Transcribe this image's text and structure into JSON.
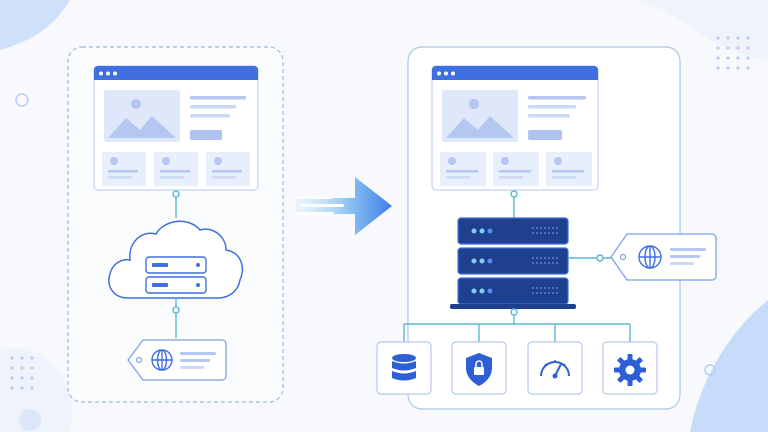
{
  "colors": {
    "accent": "#3f6fe0",
    "accent_light": "#dfe8fb",
    "line": "#8fa9e6",
    "connector": "#5ab8d6",
    "server_dark": "#1f3f8f",
    "background": "#f7f9fd"
  },
  "left_panel": {
    "style": "dashed",
    "components": [
      "website-mockup",
      "cloud-server",
      "domain-tag"
    ]
  },
  "right_panel": {
    "style": "solid",
    "components": [
      "website-mockup",
      "server-rack",
      "domain-tag"
    ],
    "services": [
      {
        "name": "database",
        "icon": "database-icon"
      },
      {
        "name": "security",
        "icon": "shield-lock-icon"
      },
      {
        "name": "performance",
        "icon": "speedometer-icon"
      },
      {
        "name": "settings",
        "icon": "gear-icon"
      }
    ]
  },
  "transition": {
    "icon": "arrow-right-icon"
  }
}
